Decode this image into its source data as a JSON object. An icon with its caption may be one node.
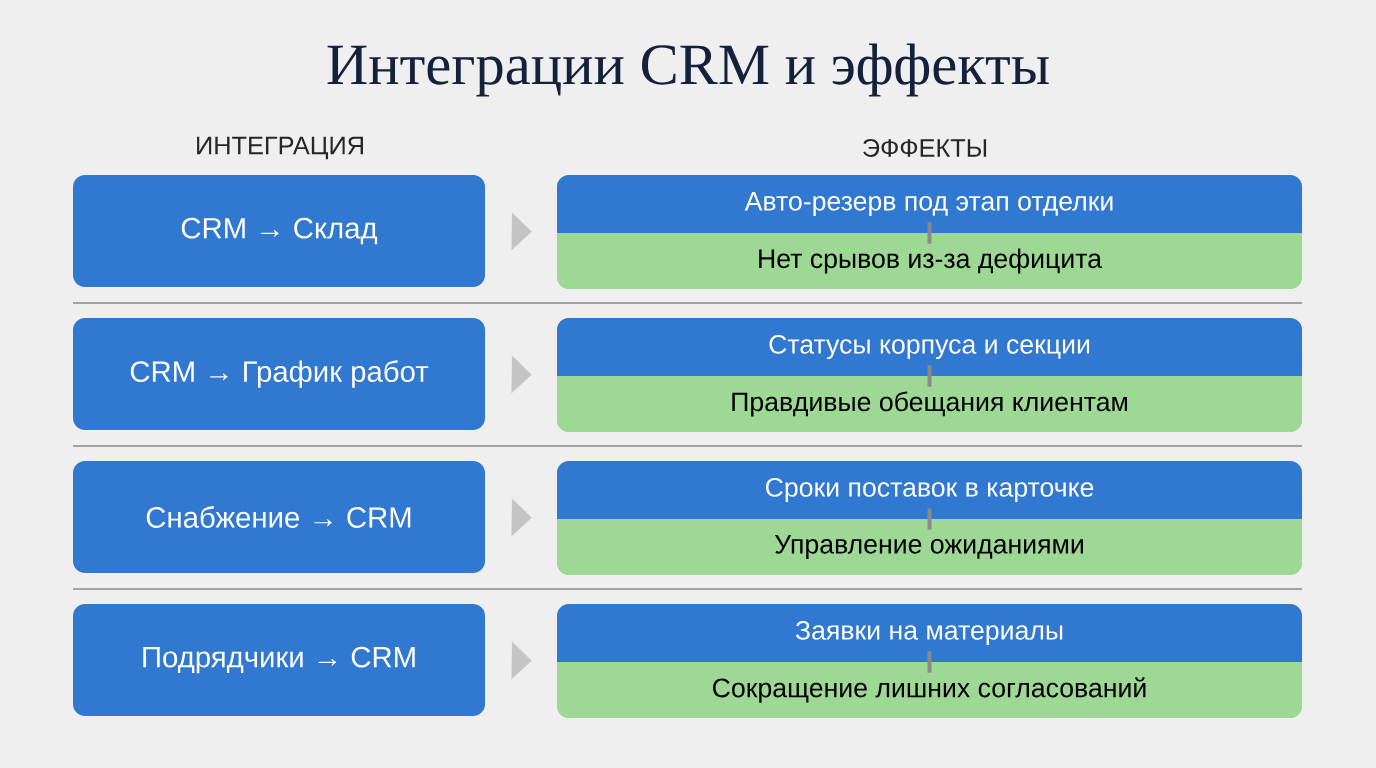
{
  "diagram": {
    "title": "Интеграции CRM и эффекты",
    "labels": [
      "ИНТЕГРАЦИЯ",
      "ЭФФЕКТЫ"
    ],
    "nodes": [
      {
        "text": [
          "CRM → Склад"
        ]
      },
      {
        "text": [],
        "shape": "box"
      },
      {
        "text": [
          "Авто-резерв под этап отделки"
        ],
        "in": 1
      },
      {
        "text": [
          "Нет срывов из-за дефицита"
        ],
        "in": 1
      },
      {
        "text": [
          "CRM → График работ"
        ]
      },
      {
        "text": [],
        "shape": "box"
      },
      {
        "text": [
          "Статусы корпуса и секции"
        ],
        "in": 5
      },
      {
        "text": [
          "Правдивые обещания клиентам"
        ],
        "in": 5
      },
      {
        "text": [
          "Снабжение → CRM"
        ]
      },
      {
        "text": [],
        "shape": "box"
      },
      {
        "text": [
          "Сроки поставок в карточке"
        ],
        "in": 9
      },
      {
        "text": [
          "Управление ожиданиями"
        ],
        "in": 9
      },
      {
        "text": [
          "Подрядчики → CRM"
        ]
      },
      {
        "text": [],
        "shape": "box"
      },
      {
        "text": [
          "Заявки на материалы"
        ],
        "in": 13
      },
      {
        "text": [
          "Сокращение лишних согласований"
        ],
        "in": 13
      }
    ],
    "edges": [
      {
        "from": 0,
        "to": 1,
        "arrow": "to"
      },
      {
        "from": 2,
        "to": 3,
        "arrow": "none"
      },
      {
        "from": 4,
        "to": 5,
        "arrow": "to"
      },
      {
        "from": 6,
        "to": 7,
        "arrow": "none"
      },
      {
        "from": 8,
        "to": 9,
        "arrow": "to"
      },
      {
        "from": 10,
        "to": 11,
        "arrow": "none"
      },
      {
        "from": 12,
        "to": 13,
        "arrow": "to"
      },
      {
        "from": 14,
        "to": 15,
        "arrow": "none"
      }
    ]
  }
}
